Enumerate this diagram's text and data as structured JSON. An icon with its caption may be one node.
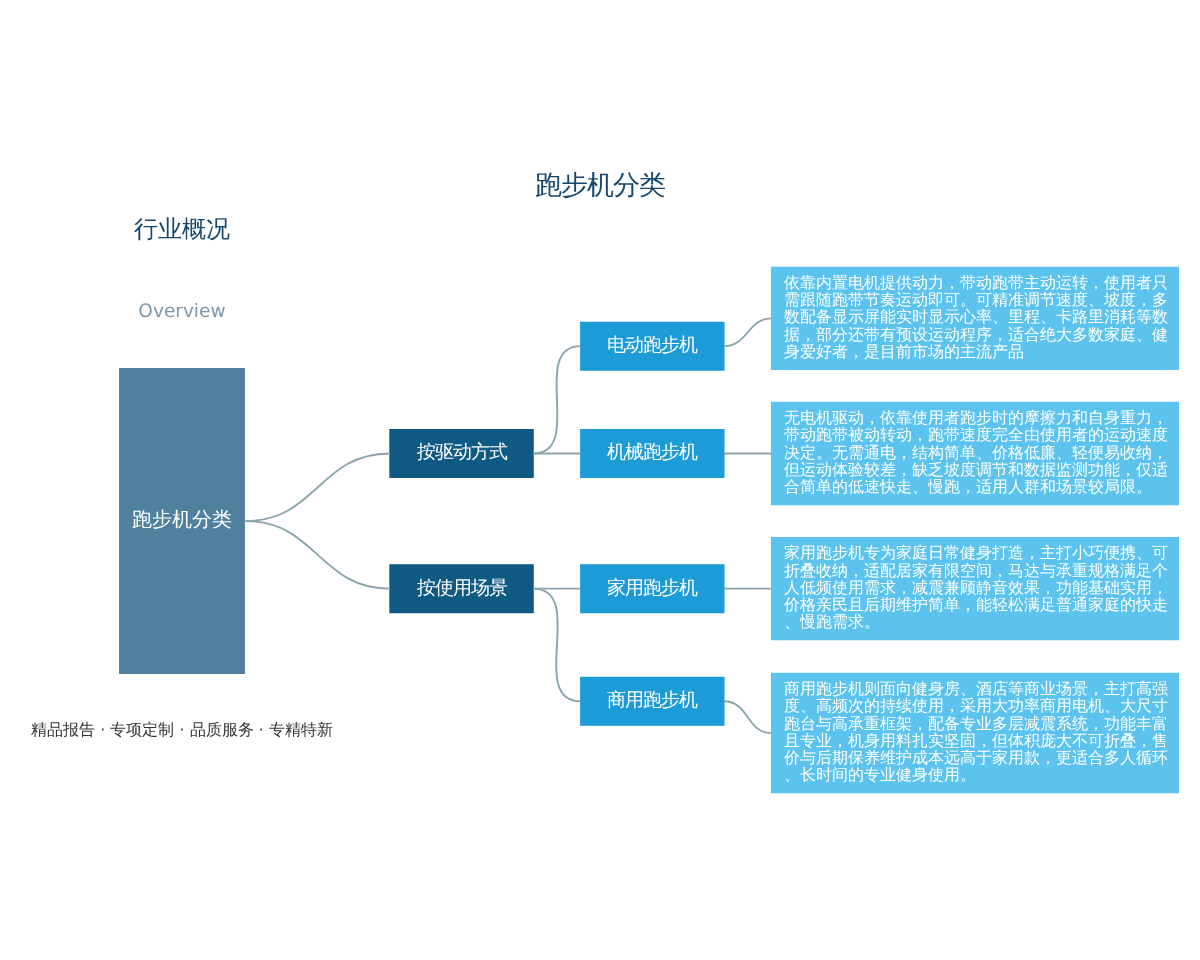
{
  "diagram": {
    "title": "跑步机分类",
    "nodes": [
      {
        "text": [
          "跑步机分类"
        ]
      },
      {
        "text": [
          "按驱动方式"
        ]
      },
      {
        "text": [
          "按使用场景"
        ]
      },
      {
        "text": [
          "电动跑步机"
        ]
      },
      {
        "text": [
          "机械跑步机"
        ]
      },
      {
        "text": [
          "家用跑步机"
        ]
      },
      {
        "text": [
          "商用跑步机"
        ]
      },
      {
        "text": [
          "依靠内置电机提供动力，带动跑带主动运转，使用者只需跟随跑带节奏运动即可。可精准调节速度、坡度，多数配备显示屏能实时显示心率、里程、卡路里消耗等数据，部分还带有预设运动程序，适合绝大多数家庭、健身爱好者，是目前市场的主流产品"
        ]
      },
      {
        "text": [
          "无电机驱动，依靠使用者跑步时的摩擦力和自身重力，带动跑带被动转动，跑带速度完全由使用者的运动速度决定。无需通电，结构简单、价格低廉、轻便易收纳，但运动体验较差，缺乏坡度调节和数据监测功能，仅适合简单的低速快走、慢跑，适用人群和场景较局限。"
        ]
      },
      {
        "text": [
          "家用跑步机专为家庭日常健身打造，主打小巧便携、可折叠收纳，适配居家有限空间，马达与承重规格满足个人低频使用需求，减震兼顾静音效果，功能基础实用，价格亲民且后期维护简单，能轻松满足普通家庭的快走、慢跑需求。"
        ]
      },
      {
        "text": [
          "商用跑步机则面向健身房、酒店等商业场景，主打高强度、高频次的持续使用，采用大功率商用电机、大尺寸跑台与高承重框架，配备专业多层减震系统，功能丰富且专业，机身用料扎实坚固，但体积庞大不可折叠，售价与后期保养维护成本远高于家用款，更适合多人循环、长时间的专业健身使用。"
        ]
      }
    ],
    "edges": [
      {
        "from": 0,
        "to": 1,
        "arrow": "none"
      },
      {
        "from": 0,
        "to": 2,
        "arrow": "none"
      },
      {
        "from": 1,
        "to": 3,
        "arrow": "none"
      },
      {
        "from": 1,
        "to": 4,
        "arrow": "none"
      },
      {
        "from": 2,
        "to": 5,
        "arrow": "none"
      },
      {
        "from": 2,
        "to": 6,
        "arrow": "none"
      },
      {
        "from": 3,
        "to": 7,
        "arrow": "none"
      },
      {
        "from": 4,
        "to": 8,
        "arrow": "none"
      },
      {
        "from": 5,
        "to": 9,
        "arrow": "none"
      },
      {
        "from": 6,
        "to": 10,
        "arrow": "none"
      }
    ],
    "labels": [
      "行业概况",
      "Overview",
      "精品报告 · 专项定制 · 品质服务 · 专精特新"
    ]
  }
}
